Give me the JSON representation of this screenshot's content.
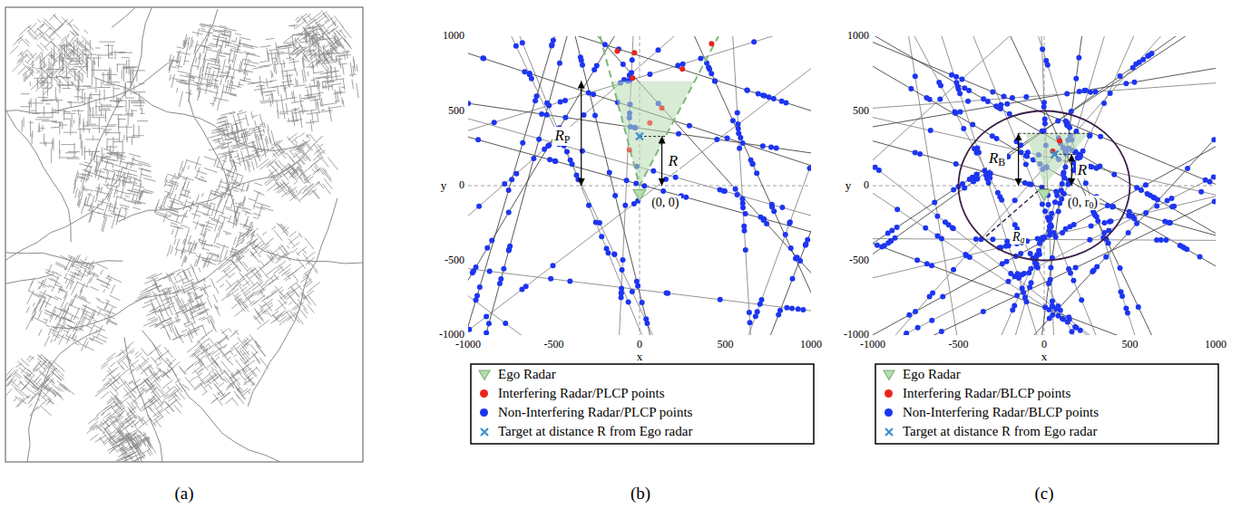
{
  "diagram": {
    "labels": [
      "(a)",
      "1000",
      "500",
      "0",
      "-500",
      "-1000",
      "-1000",
      "-500",
      "0",
      "500",
      "1000",
      "x",
      "y",
      "R",
      "P",
      "R",
      "(0, 0)",
      "(b)",
      "1000",
      "500",
      "0",
      "-500",
      "-1000",
      "-1000",
      "-500",
      "0",
      "500",
      "1000",
      "x",
      "y",
      "R",
      "B",
      "R",
      "R",
      "g",
      "(0, r",
      "0",
      ")",
      "(c)"
    ],
    "legend": [
      {
        "text": "Ego Radar"
      },
      {
        "text": "Interfering Radar/PLCP points",
        "color": "#e8251c"
      },
      {
        "text": "Non-Interfering Radar/PLCP points",
        "color": "#1d35f0"
      },
      {
        "text": "Target at distance R from Ego radar"
      },
      {
        "text": "Ego Radar"
      },
      {
        "text": "Interfering Radar/BLCP points",
        "color": "#e8251c"
      },
      {
        "text": "Non-Interfering Radar/BLCP points",
        "color": "#1d35f0"
      },
      {
        "text": "Target at distance R from Ego radar"
      }
    ]
  }
}
